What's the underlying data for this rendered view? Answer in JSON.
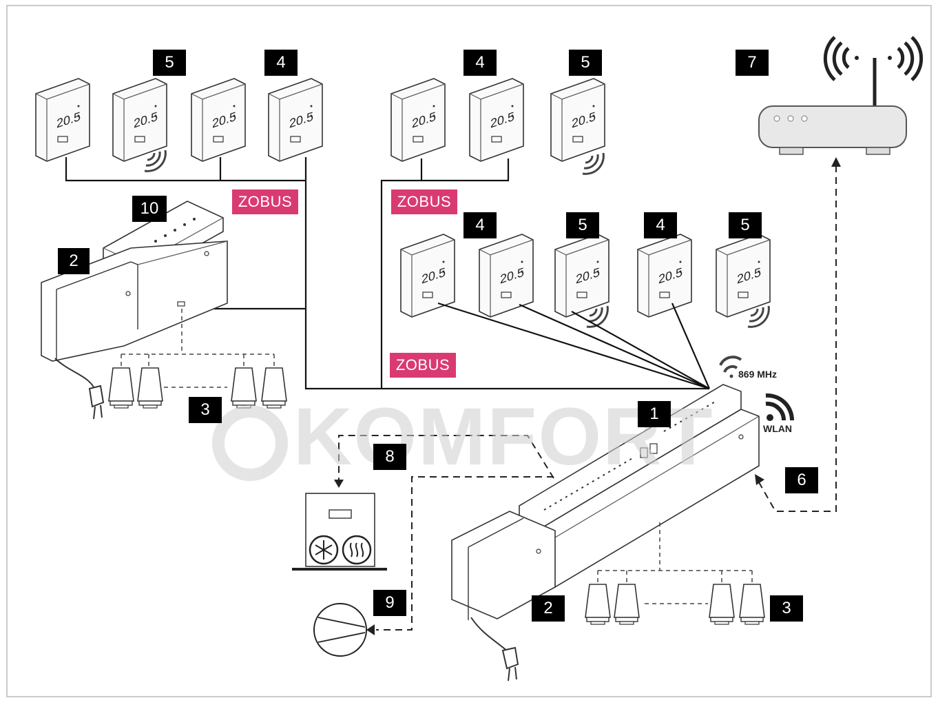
{
  "badges": {
    "b5a": "5",
    "b4a": "4",
    "b4b": "4",
    "b5b": "5",
    "b7": "7",
    "b10": "10",
    "b2a": "2",
    "b3a": "3",
    "b4c": "4",
    "b5c": "5",
    "b4d": "4",
    "b5d": "5",
    "b1": "1",
    "b8": "8",
    "b6": "6",
    "b9": "9",
    "b2b": "2",
    "b3b": "3"
  },
  "zobus": {
    "z1": "ZOBUS",
    "z2": "ZOBUS",
    "z3": "ZOBUS"
  },
  "wireless": {
    "freq": "869 MHz",
    "wlan": "WLAN"
  },
  "thermostat_display": "20.5",
  "watermark": "KOMFORT",
  "icons": [
    "thermostat-icon",
    "radio-signal-icon",
    "wifi-icon",
    "router-icon",
    "controller-icon",
    "actuator-icon",
    "plug-icon",
    "heat-pump-icon",
    "circulation-pump-icon",
    "snowflake-icon",
    "heating-icon"
  ],
  "colors": {
    "zobus": "#d93a72",
    "badge": "#000000",
    "line": "#111111"
  }
}
